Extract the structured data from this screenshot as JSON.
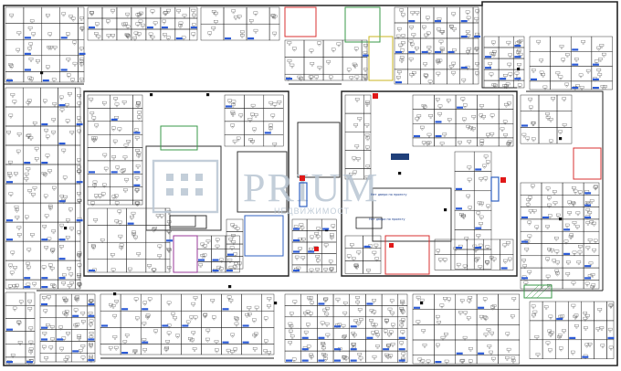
{
  "watermark": {
    "brand": "PRIUM",
    "tagline": "НЕДВИЖИМОСТ"
  },
  "floorplan": {
    "annotations": [
      {
        "label": "Нет двери по проекту"
      },
      {
        "label": "Нет двери по проекту"
      }
    ],
    "colors": {
      "wall": "#222222",
      "furniture": "#555555",
      "label_fill": "#2c5bd6",
      "room_red": "#d93030",
      "room_green": "#3a9a4a",
      "room_blue": "#3060c0",
      "room_purple": "#9a3a9a",
      "room_yellow": "#c8b420",
      "marker_navy": "#1f3f7a",
      "marker_red": "#e01818"
    }
  }
}
